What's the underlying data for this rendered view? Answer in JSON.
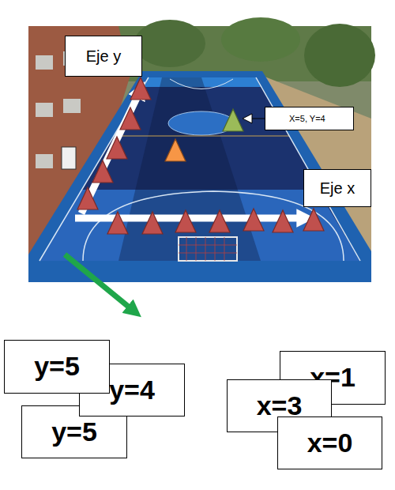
{
  "diagram": {
    "nodes": [
      {
        "text": [
          "Eje y"
        ]
      },
      {
        "text": [
          "X=5, Y=4"
        ]
      },
      {
        "text": [
          "Eje x"
        ]
      },
      {
        "text": [
          "y=5"
        ]
      },
      {
        "text": [
          "y=4"
        ]
      },
      {
        "text": [
          "y=5"
        ]
      },
      {
        "text": [
          "x=1"
        ]
      },
      {
        "text": [
          "x=3"
        ]
      },
      {
        "text": [
          "x=0"
        ]
      }
    ]
  }
}
